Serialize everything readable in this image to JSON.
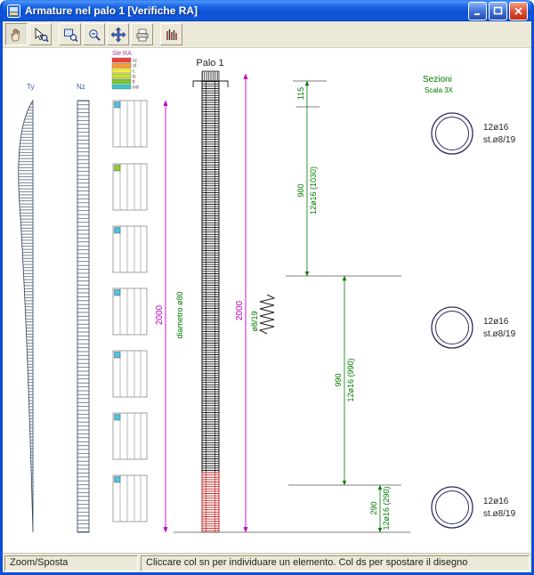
{
  "window": {
    "title": "Armature nel palo 1 [Verifiche RA]"
  },
  "toolbar": {
    "buttons": [
      {
        "name": "pan",
        "icon": "hand-icon"
      },
      {
        "name": "select",
        "icon": "arrow-zoom-icon"
      },
      {
        "name": "zoom-window",
        "icon": "zoom-window-icon"
      },
      {
        "name": "zoom-out",
        "icon": "zoom-out-icon"
      },
      {
        "name": "move",
        "icon": "move-cross-icon"
      },
      {
        "name": "print",
        "icon": "printer-icon"
      },
      {
        "name": "diagram-options",
        "icon": "bars-icon"
      }
    ]
  },
  "canvas": {
    "ty_label": "Ty",
    "nz_label": "Nz",
    "legend": {
      "title": "Sle RA",
      "items": [
        {
          "label": "sc",
          "color": "#f04038"
        },
        {
          "label": "sf",
          "color": "#ff9b2e"
        },
        {
          "label": "c",
          "color": "#f2ee35"
        },
        {
          "label": "tc",
          "color": "#c8e23a"
        },
        {
          "label": "tl",
          "color": "#78c62e"
        },
        {
          "label": "ind",
          "color": "#3cc8c8"
        }
      ]
    },
    "tables": {
      "marker_colors": [
        "#4ac4e6",
        "#8fd130",
        "#4ac4e6",
        "#4ac4e6",
        "#4ac4e6",
        "#4ac4e6",
        "#4ac4e6"
      ]
    },
    "pile": {
      "title": "Palo 1",
      "length_left": "2000",
      "diameter": "diametro ø80",
      "length_right": "2000",
      "stirrups": "ø8/19"
    },
    "dims": [
      {
        "length": "115"
      },
      {
        "length": "900",
        "bars": "12ø16 (1030)"
      },
      {
        "length": "990",
        "bars": "12ø16 (990)"
      },
      {
        "length": "290",
        "bars": "12ø16 (290)"
      }
    ],
    "sections": {
      "title": "Sezioni",
      "scale": "Scala 3X",
      "items": [
        {
          "bars": "12ø16",
          "stirrups": "st.ø8/19"
        },
        {
          "bars": "12ø16",
          "stirrups": "st.ø8/19"
        },
        {
          "bars": "12ø16",
          "stirrups": "st.ø8/19"
        }
      ]
    },
    "colors": {
      "dimension": "#bf00bf",
      "annotation": "#007a00"
    }
  },
  "status": {
    "left": "Zoom/Sposta",
    "right": "Cliccare col sn per individuare un elemento. Col ds per spostare il disegno"
  }
}
